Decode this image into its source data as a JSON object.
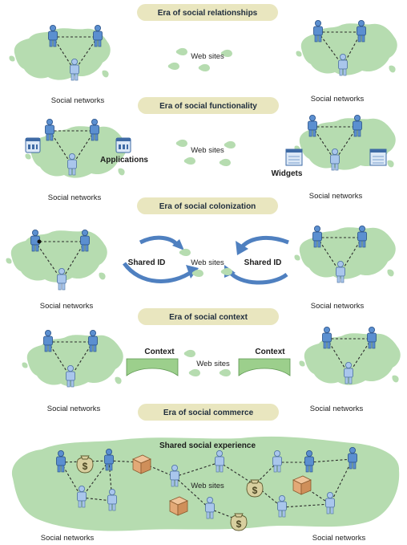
{
  "eras": [
    {
      "title": "Era of social relationships",
      "web_sites": "Web sites",
      "left_label": "Social networks",
      "right_label": "Social networks"
    },
    {
      "title": "Era of social functionality",
      "web_sites": "Web sites",
      "left_label": "Social networks",
      "right_label": "Social networks",
      "left_callout": "Applications",
      "right_callout": "Widgets"
    },
    {
      "title": "Era of social colonization",
      "web_sites": "Web sites",
      "left_label": "Social networks",
      "right_label": "Social networks",
      "left_callout": "Shared ID",
      "right_callout": "Shared ID"
    },
    {
      "title": "Era of social context",
      "web_sites": "Web sites",
      "left_label": "Social networks",
      "right_label": "Social networks",
      "left_callout": "Context",
      "right_callout": "Context"
    },
    {
      "title": "Era of social commerce",
      "web_sites": "Web sites",
      "left_label": "Social networks",
      "right_label": "Social networks",
      "top_callout": "Shared social experience"
    }
  ],
  "colors": {
    "badge": "#e9e6bf",
    "land": "#b6dcb0",
    "person": "#5b8fd0",
    "arrow": "#4f80c0",
    "bridge": "#9ccf8c",
    "box": "#e3a977",
    "bag": "#d8cf9f"
  }
}
